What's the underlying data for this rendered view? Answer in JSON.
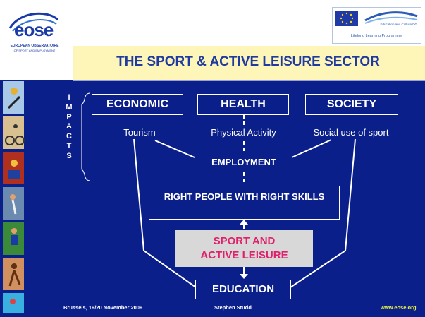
{
  "header": {
    "logo_word": "eose",
    "logo_sub1": "EUROPEAN OBSERVATOIRE",
    "logo_sub2": "OF SPORT AND EMPLOYMENT",
    "eu_caption": "Education and Culture DG",
    "eu_programme": "Lifelong Learning Programme",
    "title": "THE SPORT & ACTIVE LEISURE SECTOR"
  },
  "diagram": {
    "impacts_letters": [
      "I",
      "M",
      "P",
      "A",
      "C",
      "T",
      "S"
    ],
    "impact_boxes": [
      "ECONOMIC",
      "HEALTH",
      "SOCIETY"
    ],
    "impact_labels": [
      "Tourism",
      "Physical Activity",
      "Social use of sport"
    ],
    "employment": "EMPLOYMENT",
    "right_people": "RIGHT PEOPLE WITH RIGHT SKILLS",
    "sport_line1": "SPORT AND",
    "sport_line2": "ACTIVE LEISURE",
    "education": "EDUCATION",
    "colors": {
      "background": "#0b1f8a",
      "sport_box_bg": "#d8d8d8",
      "sport_text": "#e0206a",
      "title_bg": "#fdf6b8",
      "title_text": "#1f3aa0"
    }
  },
  "footer": {
    "left": "Brussels, 19/20 November 2009",
    "center": "Stephen Studd",
    "right": "www.eose.org"
  },
  "strip_photos": [
    "skier-photo",
    "cyclist-photo",
    "mountain-biker-photo",
    "climber-photo",
    "footballer-photo",
    "runner-photo",
    "swimmer-photo"
  ]
}
